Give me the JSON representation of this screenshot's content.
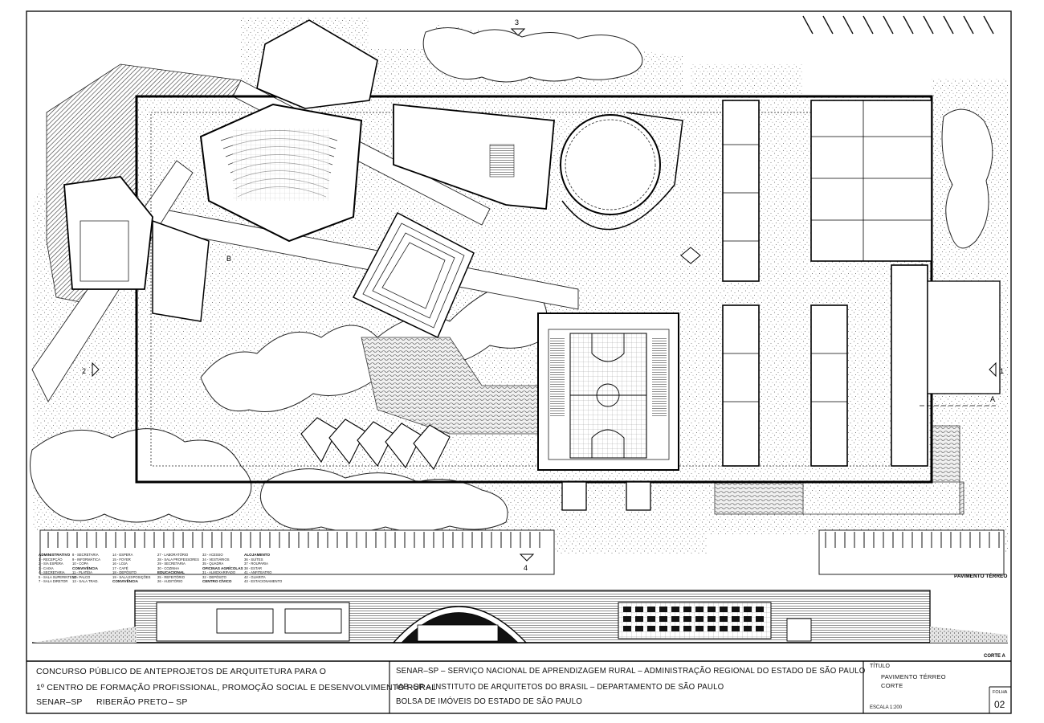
{
  "plan_title": "PAVIMENTO TÉRREO",
  "section_label": "CORTE A",
  "section_marker": "A",
  "view_markers": [
    "1",
    "2",
    "3",
    "4"
  ],
  "cut_marker": "B",
  "title_block": {
    "contest_line1": "CONCURSO PÚBLICO DE ANTEPROJETOS DE ARQUITETURA PARA O",
    "contest_line2": "1º CENTRO DE FORMAÇÃO PROFISSIONAL, PROMOÇÃO SOCIAL E DESENVOLVIMENTO RURAL",
    "client": "SENAR–SP",
    "city": "RIBERÃO PRETO",
    "state": "– SP",
    "org_line1": "SENAR–SP – SERVIÇO NACIONAL DE APRENDIZAGEM RURAL – ADMINISTRAÇÃO REGIONAL DO ESTADO DE SÃO PAULO",
    "org_line2": "IAB–SP – INSTITUTO DE ARQUITETOS DO BRASIL – DEPARTAMENTO DE SÃO PAULO",
    "org_line3": "BOLSA DE IMÓVEIS DO ESTADO DE SÃO PAULO",
    "title_label": "TÍTULO",
    "title_value1": "PAVIMENTO TÉRREO",
    "title_value2": "CORTE",
    "scale": "ESCALA 1:200",
    "sheet_label": "FOLHA",
    "sheet_number": "02"
  },
  "legend": {
    "col1_head": "ADMINISTRATIVO",
    "col1_items": [
      "1 - RECEPÇÃO",
      "2 - S/A ESPERA",
      "3 - CAIXA",
      "4 - SECRETARIA",
      "5 - SALA SUPERINTEND.",
      "7 - SALA DIRETOR"
    ],
    "col1_head2": "CONVIVÊNCIA",
    "col1_items2": [
      "11 - PLATÉIA",
      "12 - PALCO",
      "13 - SALA TRAD."
    ],
    "col2_items": [
      "8 - SECRETARIA",
      "9 - INFORMÁTICA",
      "10 - COPA"
    ],
    "col2_head": "CONVIVÊNCIA",
    "col3_items": [
      "14 - ESPERA",
      "15 - FOYER",
      "16 - LOJA",
      "17 - CAFÉ",
      "18 - DEPÓSITO",
      "19 - SALA EXPOSIÇÕES"
    ],
    "col3_head": "EDUCACIONAL",
    "col3_items2": [
      "25 - REFEITÓRIO",
      "26 - AUDITÓRIO"
    ],
    "col4_items": [
      "27 - LABORATÓRIO",
      "28 - SALA PROFESSORES",
      "29 - SECRETARIA",
      "30 - COZINHA"
    ],
    "col4_head": "OFICINAS AGRÍCOLAS",
    "col4_items2": [
      "31 - ALMOXARIFADO",
      "32 - DEPÓSITO"
    ],
    "col5_items": [
      "33 - ACESSO",
      "34 - VESTIÁRIOS",
      "35 - QUADRA"
    ],
    "col5_head": "ALOJAMENTO",
    "col5_items2": [
      "36 - SUÍTES",
      "37 - ROUPARIA",
      "38 - ESTAR"
    ],
    "col5_head2": "CENTRO CÍVICO",
    "col5_items3": [
      "41 - ANFITEATRO"
    ],
    "col6_items": [
      "42 - GUARITA",
      "43 - ESTACIONAMENTO"
    ]
  }
}
